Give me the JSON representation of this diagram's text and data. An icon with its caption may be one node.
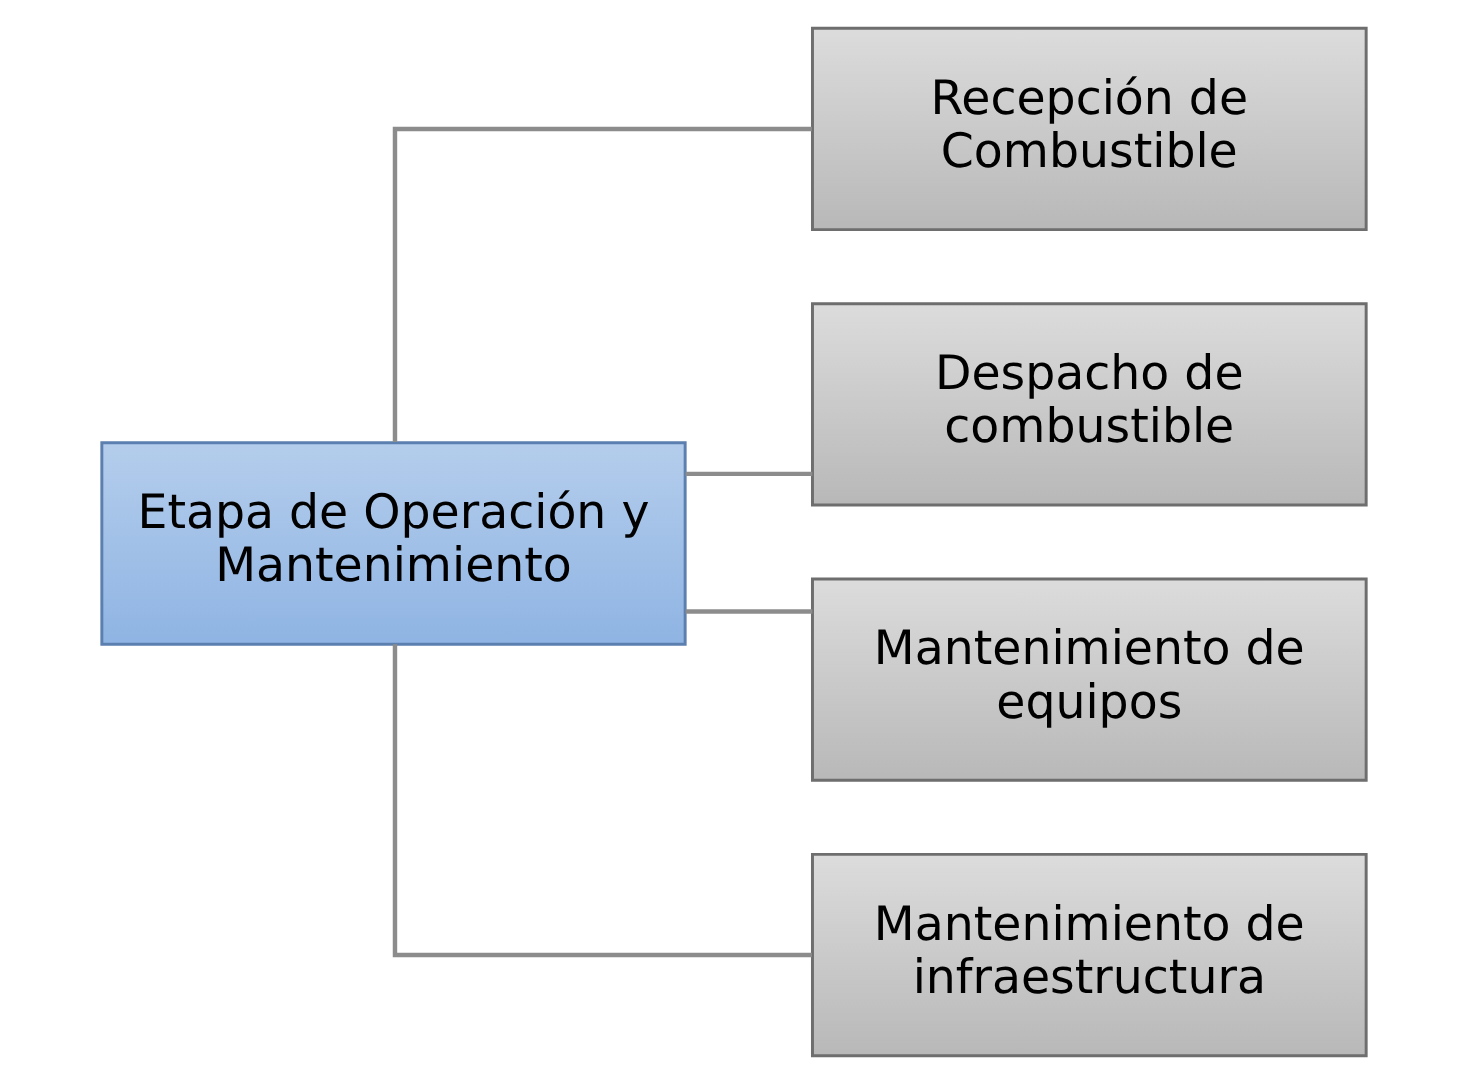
{
  "diagram": {
    "nodes": [
      {
        "text": [
          "Etapa de Operación y Mantenimiento"
        ]
      },
      {
        "text": [
          "Recepción de Combustible"
        ]
      },
      {
        "text": [
          "Despacho de combustible"
        ]
      },
      {
        "text": [
          "Mantenimiento de equipos"
        ]
      },
      {
        "text": [
          "Mantenimiento de infraestructura"
        ]
      }
    ],
    "edges": [
      {
        "from": 0,
        "to": 1,
        "arrow": "none"
      },
      {
        "from": 0,
        "to": 2,
        "arrow": "none"
      },
      {
        "from": 0,
        "to": 3,
        "arrow": "none"
      },
      {
        "from": 0,
        "to": 4,
        "arrow": "none"
      }
    ]
  }
}
